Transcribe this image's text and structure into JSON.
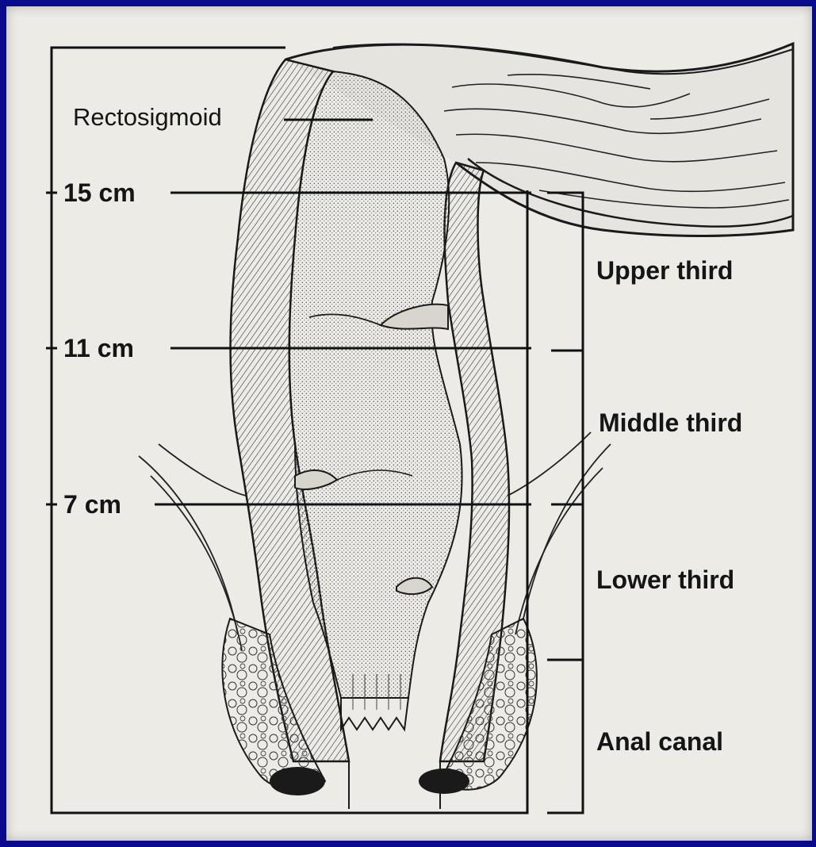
{
  "diagram": {
    "labels": {
      "rectosigmoid": "Rectosigmoid",
      "cm15": "15 cm",
      "cm11": "11 cm",
      "cm7": "7 cm",
      "upper_third": "Upper third",
      "middle_third": "Middle third",
      "lower_third": "Lower third",
      "anal_canal": "Anal canal"
    },
    "colors": {
      "background": "#0a0a8c",
      "paper": "#ecebe6",
      "ink": "#151515"
    }
  }
}
